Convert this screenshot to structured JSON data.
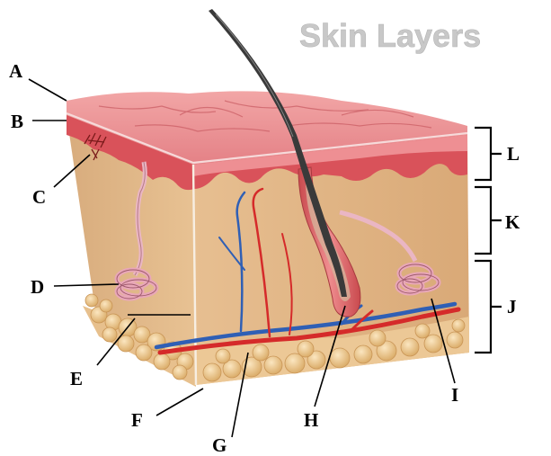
{
  "title": "Skin Layers",
  "labels": {
    "A": "A",
    "B": "B",
    "C": "C",
    "D": "D",
    "E": "E",
    "F": "F",
    "G": "G",
    "H": "H",
    "I": "I",
    "J": "J",
    "K": "K",
    "L": "L"
  },
  "colors": {
    "epidermis": "#e98a8e",
    "epidermis_dark": "#d2565c",
    "dermis": "#dcae7e",
    "fat": "#f0cf9c",
    "artery": "#d52a2a",
    "vein": "#2f5fb5",
    "hair": "#3a3a3a"
  }
}
